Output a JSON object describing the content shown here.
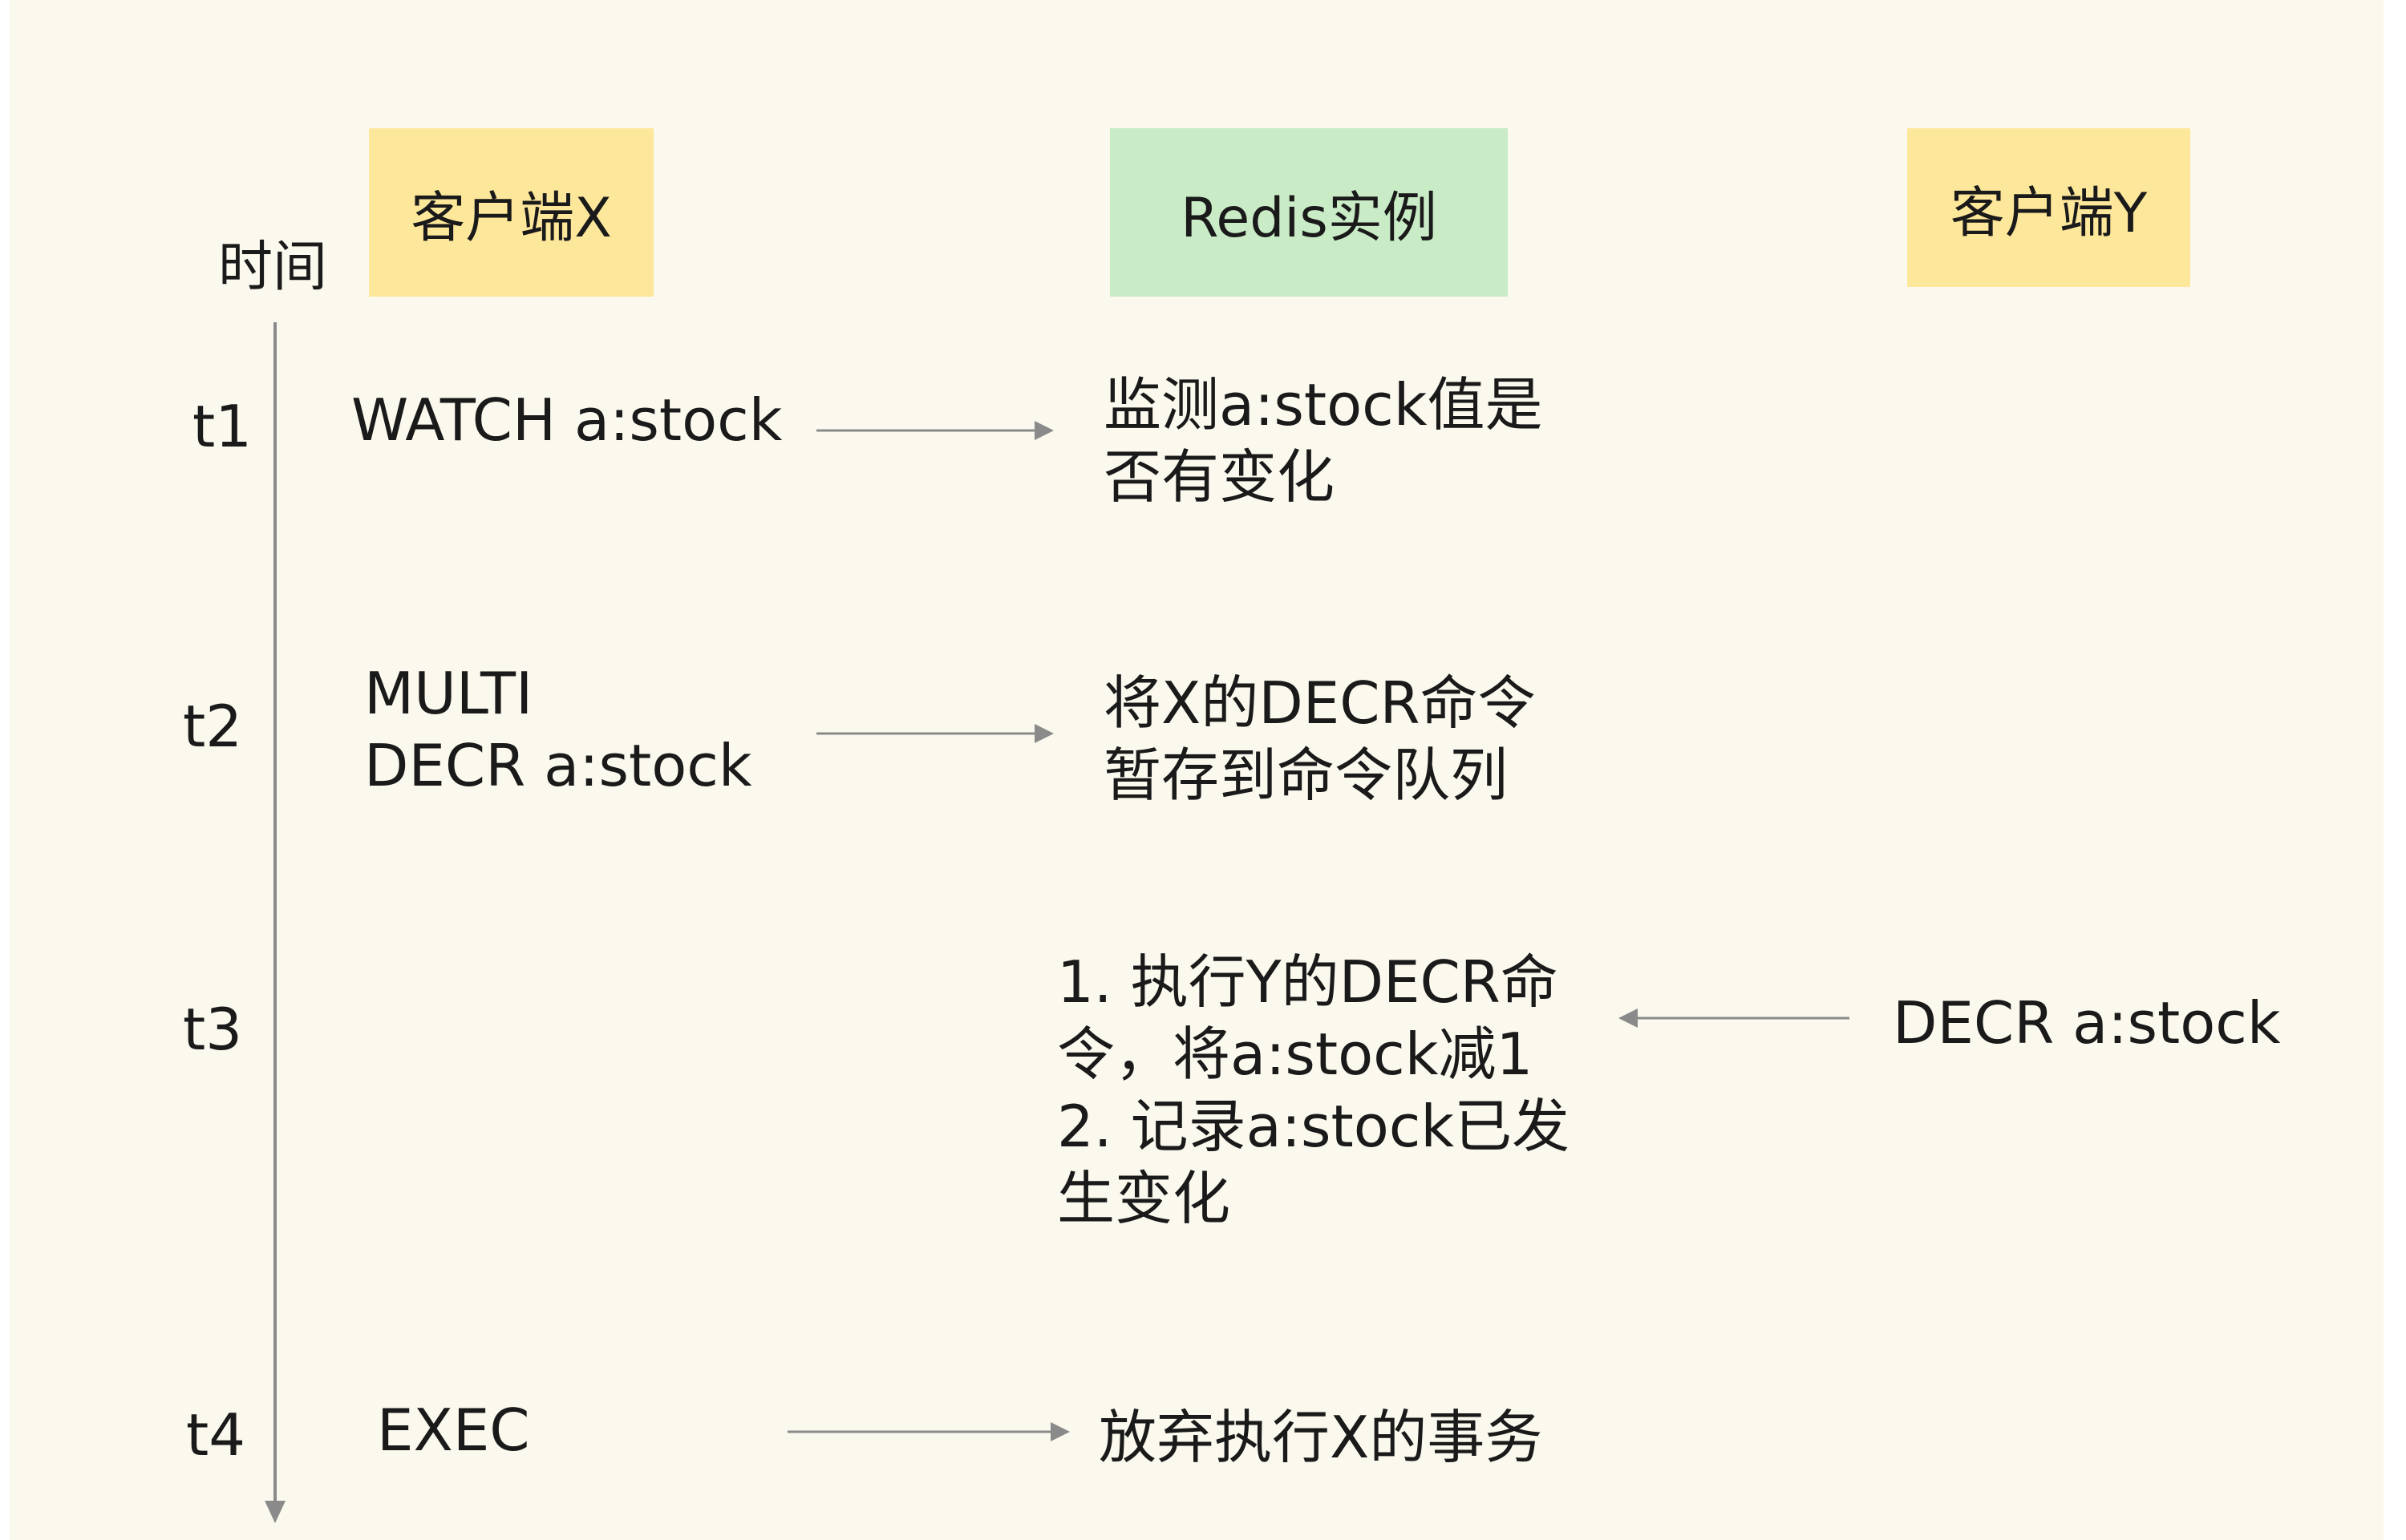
{
  "participants": {
    "client_x": "客户端X",
    "redis": "Redis实例",
    "client_y": "客户端Y"
  },
  "time_axis_label": "时间",
  "steps": [
    {
      "time": "t1",
      "client_x_cmd": "WATCH a:stock",
      "redis_note": "监测a:stock值是\n否有变化"
    },
    {
      "time": "t2",
      "client_x_cmd": "MULTI\nDECR a:stock",
      "redis_note": "将X的DECR命令\n暂存到命令队列"
    },
    {
      "time": "t3",
      "client_y_cmd": "DECR a:stock",
      "redis_note": "1. 执行Y的DECR命\n令，将a:stock减1\n2. 记录a:stock已发\n生变化"
    },
    {
      "time": "t4",
      "client_x_cmd": "EXEC",
      "redis_note": "放弃执行X的事务"
    }
  ],
  "colors": {
    "background": "#fbf9ee",
    "client_box": "#fde79a",
    "redis_box": "#c9ebc6",
    "arrow": "#8a8a8a"
  }
}
